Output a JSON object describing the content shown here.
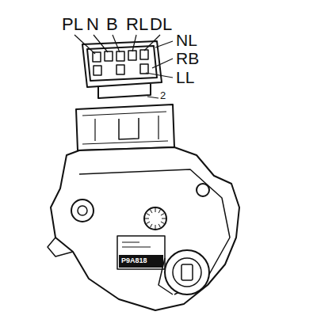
{
  "diagram": {
    "labels": [
      "PL",
      "N",
      "B",
      "RL",
      "DL",
      "NL",
      "RB",
      "LL",
      "2",
      "P9A818"
    ]
  }
}
